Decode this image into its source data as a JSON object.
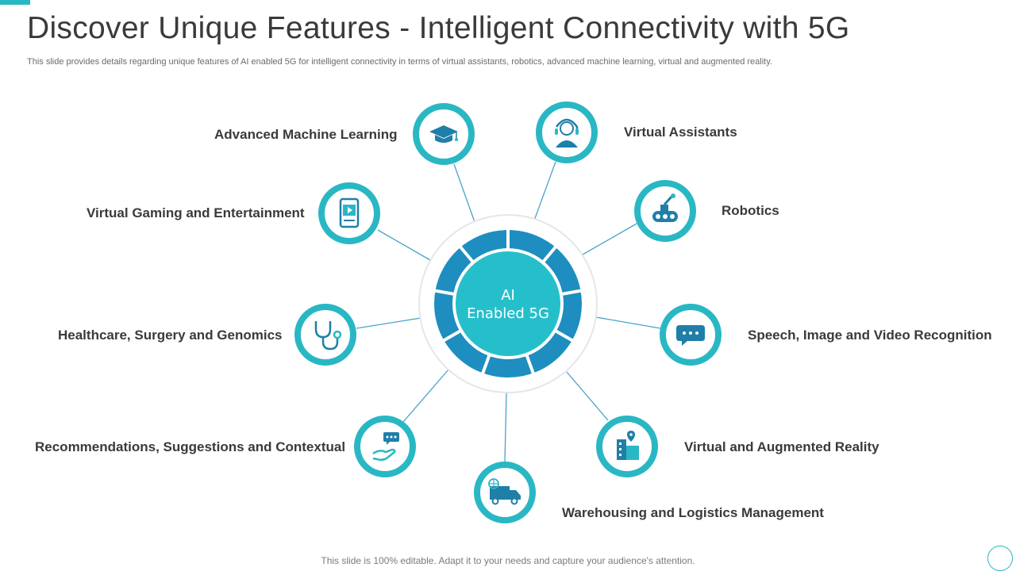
{
  "slide": {
    "title": "Discover Unique Features - Intelligent Connectivity with 5G",
    "subtitle": "This slide provides details regarding unique features of AI  enabled 5G for intelligent connectivity in terms of virtual assistants, robotics, advanced machine learning, virtual and augmented reality.",
    "footer": "This slide is 100% editable. Adapt it to your needs and capture your audience's attention."
  },
  "center": {
    "line1": "AI",
    "line2": "Enabled 5G"
  },
  "colors": {
    "accent": "#2ab7c4",
    "ring_dark": "#1e8ec0",
    "center_fill": "#25bfcb",
    "line": "#4aa3c8"
  },
  "features": [
    {
      "label": "Advanced Machine Learning",
      "icon": "graduation-cap-icon"
    },
    {
      "label": "Virtual Assistants",
      "icon": "assistant-headset-icon"
    },
    {
      "label": "Virtual Gaming and Entertainment",
      "icon": "tablet-video-icon"
    },
    {
      "label": "Robotics",
      "icon": "robot-arm-icon"
    },
    {
      "label": "Healthcare, Surgery and Genomics",
      "icon": "stethoscope-icon"
    },
    {
      "label": "Speech, Image and Video Recognition",
      "icon": "speech-bubble-icon"
    },
    {
      "label": "Recommendations, Suggestions and Contextual",
      "icon": "hand-chat-icon"
    },
    {
      "label": "Virtual and Augmented Reality",
      "icon": "ar-building-icon"
    },
    {
      "label": "Warehousing and Logistics Management",
      "icon": "delivery-truck-icon"
    }
  ]
}
